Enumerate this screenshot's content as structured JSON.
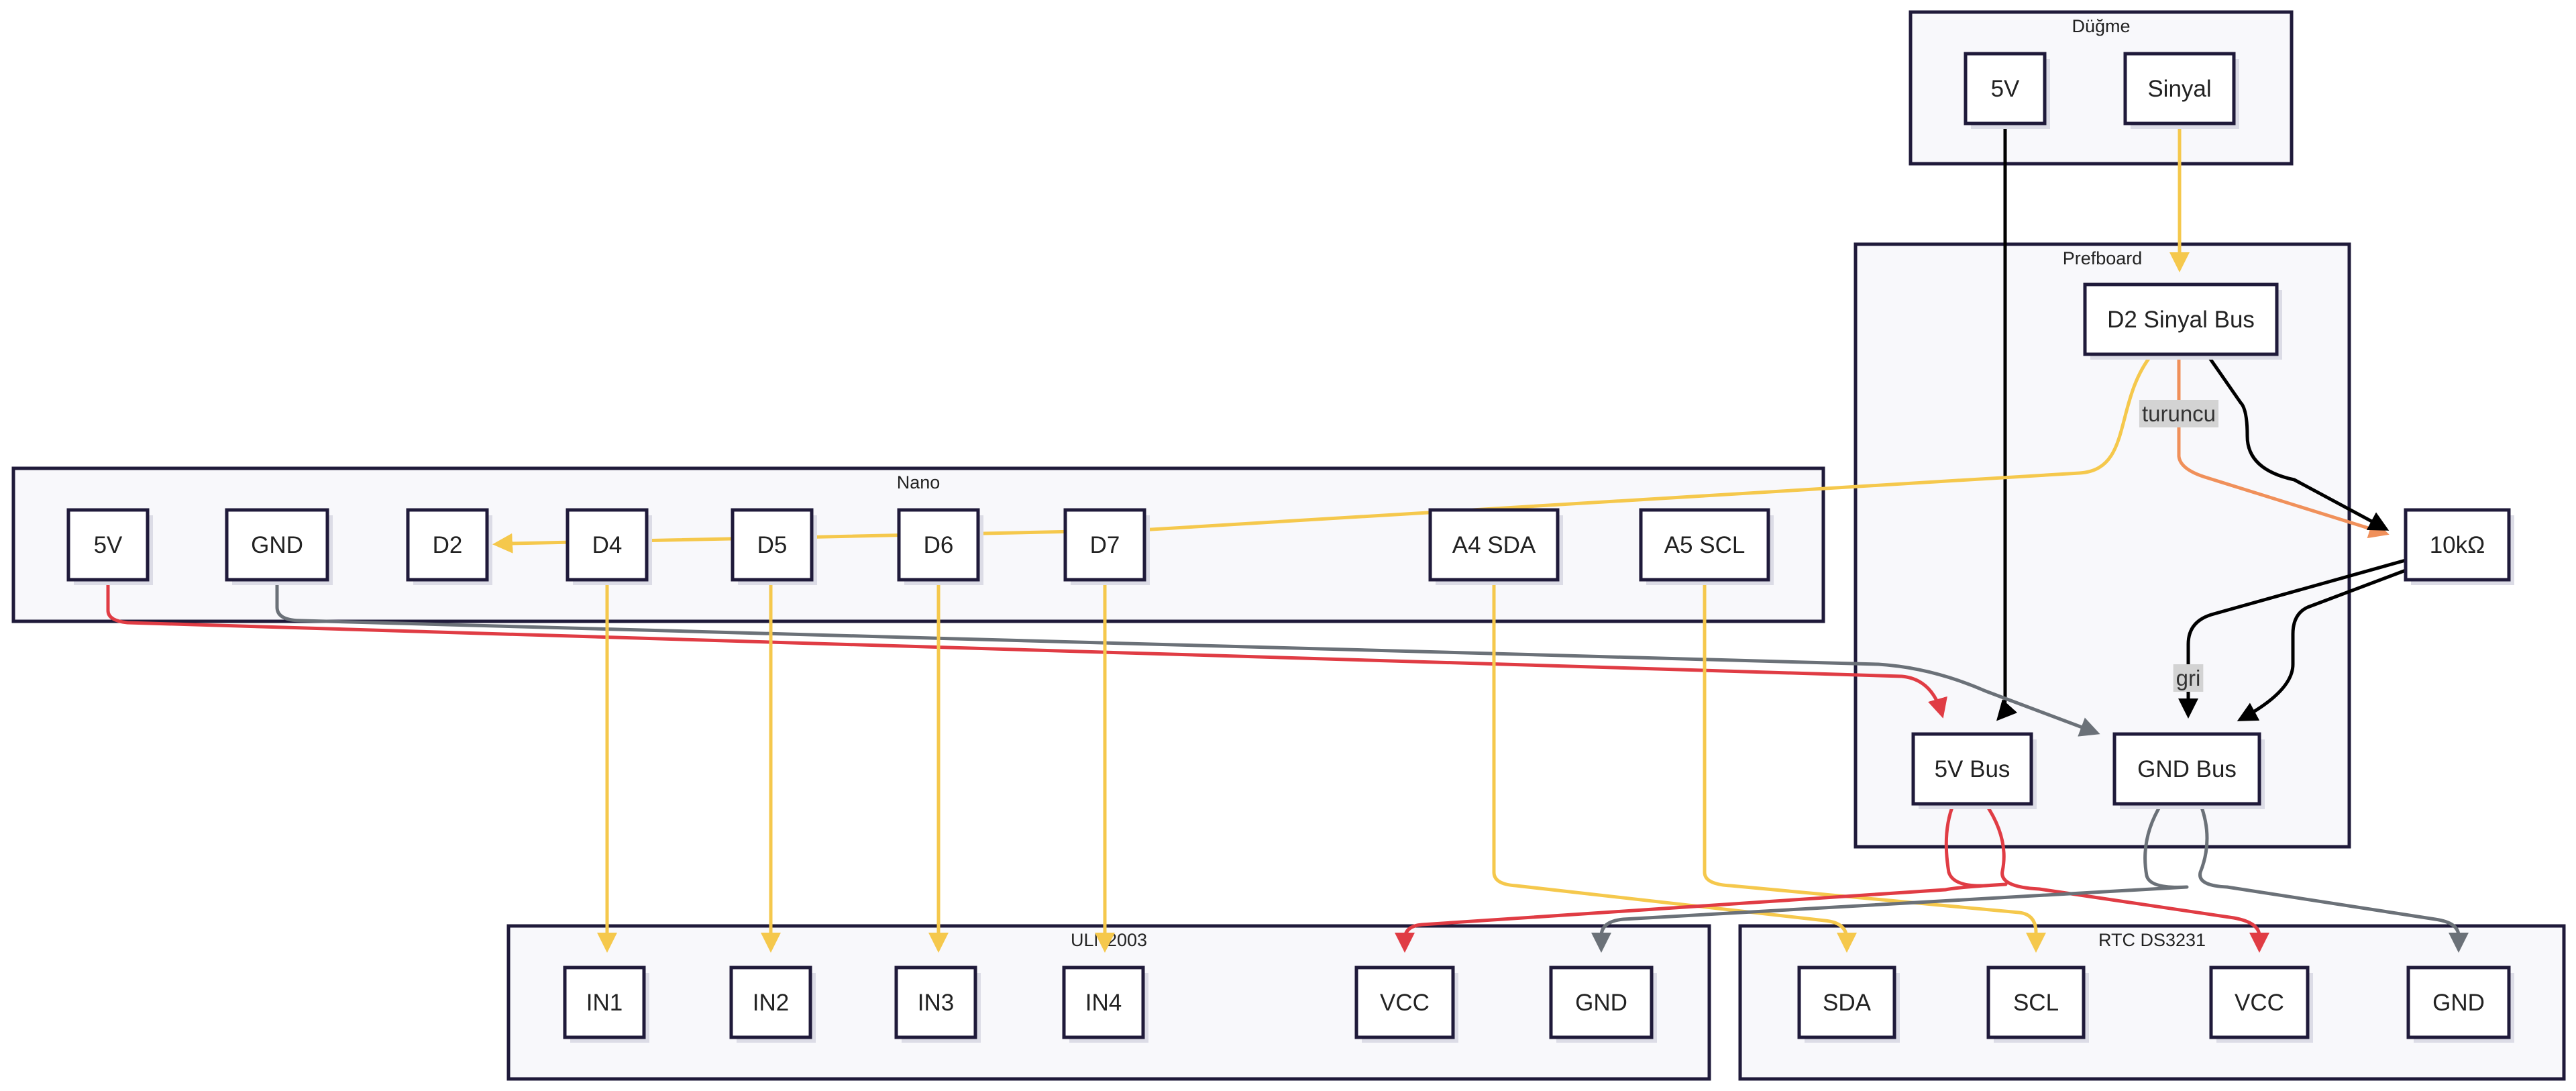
{
  "colors": {
    "yellow": "#f5c84c",
    "red": "#e03c44",
    "gray": "#6b7178",
    "black": "#000000",
    "orange": "#f0905a"
  },
  "clusters": [
    {
      "id": "dugme",
      "label": "Düğme"
    },
    {
      "id": "prefboard",
      "label": "Prefboard"
    },
    {
      "id": "nano",
      "label": "Nano"
    },
    {
      "id": "uln",
      "label": "ULN2003"
    },
    {
      "id": "rtc",
      "label": "RTC DS3231"
    }
  ],
  "nodes": [
    {
      "id": "dugme_5v",
      "label": "5V"
    },
    {
      "id": "dugme_sinyal",
      "label": "Sinyal"
    },
    {
      "id": "d2_bus",
      "label": "D2 Sinyal Bus"
    },
    {
      "id": "res10k",
      "label": "10kΩ"
    },
    {
      "id": "bus5v",
      "label": "5V Bus"
    },
    {
      "id": "busgnd",
      "label": "GND Bus"
    },
    {
      "id": "nano_5v",
      "label": "5V"
    },
    {
      "id": "nano_gnd",
      "label": "GND"
    },
    {
      "id": "nano_d2",
      "label": "D2"
    },
    {
      "id": "nano_d4",
      "label": "D4"
    },
    {
      "id": "nano_d5",
      "label": "D5"
    },
    {
      "id": "nano_d6",
      "label": "D6"
    },
    {
      "id": "nano_d7",
      "label": "D7"
    },
    {
      "id": "nano_a4",
      "label": "A4 SDA"
    },
    {
      "id": "nano_a5",
      "label": "A5 SCL"
    },
    {
      "id": "uln_in1",
      "label": "IN1"
    },
    {
      "id": "uln_in2",
      "label": "IN2"
    },
    {
      "id": "uln_in3",
      "label": "IN3"
    },
    {
      "id": "uln_in4",
      "label": "IN4"
    },
    {
      "id": "uln_vcc",
      "label": "VCC"
    },
    {
      "id": "uln_gnd",
      "label": "GND"
    },
    {
      "id": "rtc_sda",
      "label": "SDA"
    },
    {
      "id": "rtc_scl",
      "label": "SCL"
    },
    {
      "id": "rtc_vcc",
      "label": "VCC"
    },
    {
      "id": "rtc_gnd",
      "label": "GND"
    }
  ],
  "edges": [
    {
      "id": "e_sinyal_d2bus",
      "from": "dugme_sinyal",
      "to": "d2_bus",
      "color": "yellow",
      "label": ""
    },
    {
      "id": "e_5v_bus5v",
      "from": "dugme_5v",
      "to": "bus5v",
      "color": "black",
      "label": ""
    },
    {
      "id": "e_d2bus_nanod2",
      "from": "d2_bus",
      "to": "nano_d2",
      "color": "yellow",
      "label": ""
    },
    {
      "id": "e_d2bus_res_orange",
      "from": "d2_bus",
      "to": "res10k",
      "color": "orange",
      "label": "turuncu"
    },
    {
      "id": "e_d2bus_res_black",
      "from": "d2_bus",
      "to": "res10k",
      "color": "black",
      "label": ""
    },
    {
      "id": "e_res_gnd_a",
      "from": "res10k",
      "to": "busgnd",
      "color": "black",
      "label": "gri"
    },
    {
      "id": "e_res_gnd_b",
      "from": "res10k",
      "to": "busgnd",
      "color": "black",
      "label": ""
    },
    {
      "id": "e_nano5v_bus5v",
      "from": "nano_5v",
      "to": "bus5v",
      "color": "red",
      "label": ""
    },
    {
      "id": "e_nanognd_busgnd",
      "from": "nano_gnd",
      "to": "busgnd",
      "color": "gray",
      "label": ""
    },
    {
      "id": "e_d4_in1",
      "from": "nano_d4",
      "to": "uln_in1",
      "color": "yellow",
      "label": ""
    },
    {
      "id": "e_d5_in2",
      "from": "nano_d5",
      "to": "uln_in2",
      "color": "yellow",
      "label": ""
    },
    {
      "id": "e_d6_in3",
      "from": "nano_d6",
      "to": "uln_in3",
      "color": "yellow",
      "label": ""
    },
    {
      "id": "e_d7_in4",
      "from": "nano_d7",
      "to": "uln_in4",
      "color": "yellow",
      "label": ""
    },
    {
      "id": "e_a4_sda",
      "from": "nano_a4",
      "to": "rtc_sda",
      "color": "yellow",
      "label": ""
    },
    {
      "id": "e_a5_scl",
      "from": "nano_a5",
      "to": "rtc_scl",
      "color": "yellow",
      "label": ""
    },
    {
      "id": "e_bus5v_ulnvcc",
      "from": "bus5v",
      "to": "uln_vcc",
      "color": "red",
      "label": ""
    },
    {
      "id": "e_bus5v_rtcvcc",
      "from": "bus5v",
      "to": "rtc_vcc",
      "color": "red",
      "label": ""
    },
    {
      "id": "e_busgnd_ulngnd",
      "from": "busgnd",
      "to": "uln_gnd",
      "color": "gray",
      "label": ""
    },
    {
      "id": "e_busgnd_rtcgnd",
      "from": "busgnd",
      "to": "rtc_gnd",
      "color": "gray",
      "label": ""
    }
  ]
}
